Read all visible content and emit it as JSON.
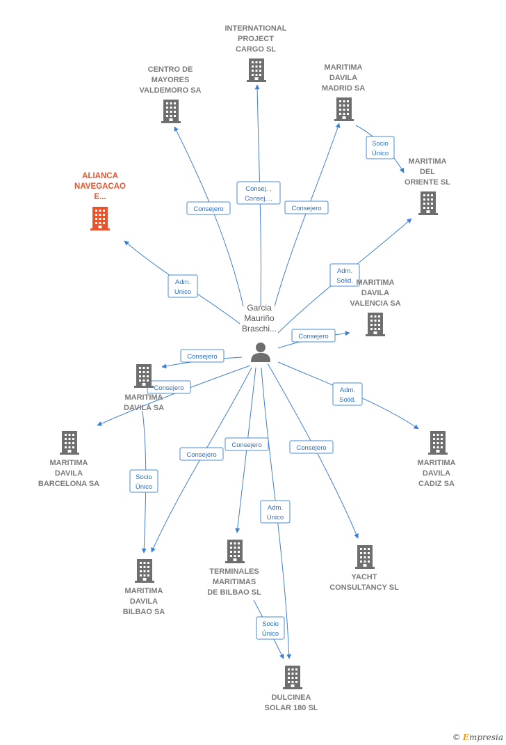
{
  "colors": {
    "edge": "#3d7fd4",
    "node": "#6e6e6e",
    "highlight": "#e8542e"
  },
  "person": {
    "label": [
      "Garcia",
      "Mauriño",
      "Braschi..."
    ],
    "icon": "person-icon"
  },
  "nodes": [
    {
      "id": "ipc",
      "label": [
        "INTERNATIONAL",
        "PROJECT",
        "CARGO SL"
      ],
      "icon": "building-icon"
    },
    {
      "id": "cmv",
      "label": [
        "CENTRO DE",
        "MAYORES",
        "VALDEMORO SA"
      ],
      "icon": "building-icon"
    },
    {
      "id": "mdm",
      "label": [
        "MARITIMA",
        "DAVILA",
        "MADRID SA"
      ],
      "icon": "building-icon"
    },
    {
      "id": "mos",
      "label": [
        "MARITIMA",
        "DEL",
        "ORIENTE SL"
      ],
      "icon": "building-icon"
    },
    {
      "id": "ane",
      "label": [
        "ALIANCA",
        "NAVEGACAO",
        "E..."
      ],
      "icon": "building-icon",
      "highlight": true
    },
    {
      "id": "mdv",
      "label": [
        "MARITIMA",
        "DAVILA",
        "VALENCIA SA"
      ],
      "icon": "building-icon"
    },
    {
      "id": "mds",
      "label": [
        "MARITIMA",
        "DAVILA SA"
      ],
      "icon": "building-icon"
    },
    {
      "id": "mdb",
      "label": [
        "MARITIMA",
        "DAVILA",
        "BARCELONA SA"
      ],
      "icon": "building-icon"
    },
    {
      "id": "mdc",
      "label": [
        "MARITIMA",
        "DAVILA",
        "CADIZ SA"
      ],
      "icon": "building-icon"
    },
    {
      "id": "mbi",
      "label": [
        "MARITIMA",
        "DAVILA",
        "BILBAO SA"
      ],
      "icon": "building-icon"
    },
    {
      "id": "tmb",
      "label": [
        "TERMINALES",
        "MARITIMAS",
        "DE BILBAO SL"
      ],
      "icon": "building-icon"
    },
    {
      "id": "ycs",
      "label": [
        "YACHT",
        "CONSULTANCY SL"
      ],
      "icon": "building-icon"
    },
    {
      "id": "dsl",
      "label": [
        "DULCINEA",
        "SOLAR 180 SL"
      ],
      "icon": "building-icon"
    }
  ],
  "edges": [
    {
      "id": "e1",
      "label": [
        "Consej. ,",
        "Consej...."
      ]
    },
    {
      "id": "e2",
      "label": [
        "Consejero"
      ]
    },
    {
      "id": "e3",
      "label": [
        "Consejero"
      ]
    },
    {
      "id": "e4",
      "label": [
        "Socio",
        "Único"
      ]
    },
    {
      "id": "e5",
      "label": [
        "Adm.",
        "Unico"
      ]
    },
    {
      "id": "e6",
      "label": [
        "Adm.",
        "Solid."
      ]
    },
    {
      "id": "e7",
      "label": [
        "Consejero"
      ]
    },
    {
      "id": "e8",
      "label": [
        "Consejero"
      ]
    },
    {
      "id": "e9",
      "label": [
        "Consejero"
      ]
    },
    {
      "id": "e10",
      "label": [
        "Adm.",
        "Solid."
      ]
    },
    {
      "id": "e11",
      "label": [
        "Consejero"
      ]
    },
    {
      "id": "e12",
      "label": [
        "Socio",
        "Único"
      ]
    },
    {
      "id": "e13",
      "label": [
        "Consejero"
      ]
    },
    {
      "id": "e14",
      "label": [
        "Adm.",
        "Unico"
      ]
    },
    {
      "id": "e15",
      "label": [
        "Consejero"
      ]
    },
    {
      "id": "e16",
      "label": [
        "Socio",
        "Único"
      ]
    }
  ],
  "credit": {
    "symbol": "©",
    "first": "E",
    "rest": "mpresia"
  }
}
